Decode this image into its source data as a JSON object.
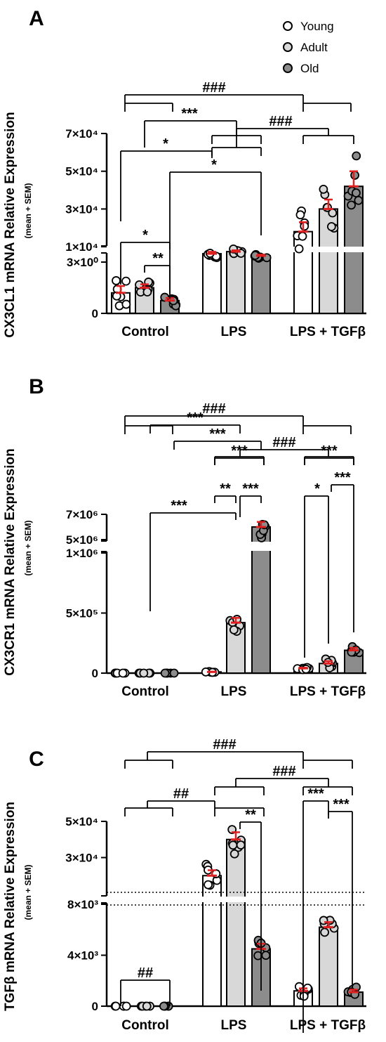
{
  "legend": {
    "items": [
      {
        "label": "Young",
        "color": "#ffffff"
      },
      {
        "label": "Adult",
        "color": "#d8d8d8"
      },
      {
        "label": "Old",
        "color": "#8c8c8c"
      }
    ],
    "placement": "top-right"
  },
  "colors": {
    "mean_marker": "#e02020",
    "bar_outline": "#000000"
  },
  "chart_data": [
    {
      "panel_letter": "A",
      "type": "bar",
      "ylabel": "CX3CL1 mRNA Relative Expression",
      "ylabel_sub": "(mean + SEM)",
      "categories": [
        "Control",
        "LPS",
        "LPS + TGFβ"
      ],
      "series": [
        {
          "name": "Young",
          "values": [
            1.2,
            6300,
            18000
          ],
          "sem": [
            0.4,
            1000,
            5000
          ]
        },
        {
          "name": "Adult",
          "values": [
            1.5,
            7400,
            30000
          ],
          "sem": [
            0.2,
            700,
            5000
          ]
        },
        {
          "name": "Old",
          "values": [
            0.75,
            5200,
            42000
          ],
          "sem": [
            0.15,
            600,
            8000
          ]
        }
      ],
      "axis": {
        "type": "broken",
        "lower_range": [
          0,
          3
        ],
        "upper_range": [
          0,
          70000
        ]
      },
      "tick_labels": [
        "0",
        "3×10⁰",
        "1×10⁴",
        "3×10⁴",
        "5×10⁴",
        "7×10⁴"
      ],
      "annotations": [
        "###",
        "***",
        "###",
        "*",
        "*",
        "*",
        "**"
      ]
    },
    {
      "panel_letter": "B",
      "type": "bar",
      "ylabel": "CX3CR1 mRNA Relative Expression",
      "ylabel_sub": "(mean + SEM)",
      "categories": [
        "Control",
        "LPS",
        "LPS + TGFβ"
      ],
      "series": [
        {
          "name": "Young",
          "values": [
            0,
            10000,
            40000
          ],
          "sem": [
            0,
            2000,
            5000
          ]
        },
        {
          "name": "Adult",
          "values": [
            0,
            420000,
            80000
          ],
          "sem": [
            0,
            40000,
            20000
          ]
        },
        {
          "name": "Old",
          "values": [
            0,
            6000000,
            190000
          ],
          "sem": [
            0,
            400000,
            20000
          ]
        }
      ],
      "axis": {
        "type": "broken",
        "lower_range": [
          0,
          1000000
        ],
        "upper_range": [
          5000000,
          7000000
        ]
      },
      "tick_labels": [
        "0",
        "5×10⁵",
        "1×10⁶",
        "5×10⁶",
        "7×10⁶"
      ],
      "annotations": [
        "###",
        "***",
        "***",
        "###",
        "***",
        "***",
        "***",
        "**",
        "***",
        "*",
        "***"
      ]
    },
    {
      "panel_letter": "C",
      "type": "bar",
      "ylabel": "TGFβ mRNA Relative Expression",
      "ylabel_sub": "(mean + SEM)",
      "categories": [
        "Control",
        "LPS",
        "LPS + TGFβ"
      ],
      "series": [
        {
          "name": "Young",
          "values": [
            0,
            20000,
            1200
          ],
          "sem": [
            0,
            3000,
            200
          ]
        },
        {
          "name": "Adult",
          "values": [
            0,
            40000,
            6200
          ],
          "sem": [
            0,
            4000,
            400
          ]
        },
        {
          "name": "Old",
          "values": [
            0,
            4500,
            1100
          ],
          "sem": [
            0,
            400,
            200
          ]
        }
      ],
      "axis": {
        "type": "broken",
        "lower_range": [
          0,
          8000
        ],
        "upper_range": [
          10000,
          50000
        ]
      },
      "tick_labels": [
        "0",
        "4×10³",
        "8×10³",
        "3×10⁴",
        "5×10⁴"
      ],
      "annotations": [
        "###",
        "###",
        "##",
        "**",
        "***",
        "***",
        "##"
      ]
    }
  ]
}
